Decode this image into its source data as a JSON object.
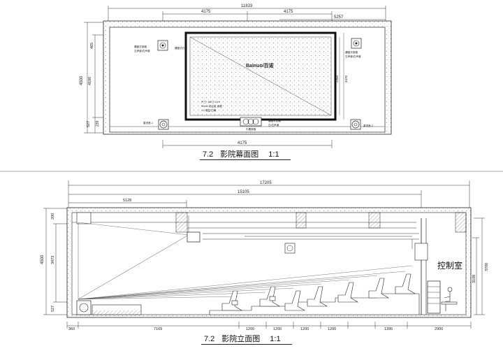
{
  "plan": {
    "title_no": "7.2",
    "title_text": "影院幕面图",
    "title_scale": "1:1",
    "dims_top": [
      "11833",
      "4175",
      "4175",
      "5257"
    ],
    "dims_left": [
      "4500",
      "465",
      "4100",
      "527",
      "239"
    ],
    "dim_right_inner": [
      "2350",
      "3470"
    ],
    "dim_bottom": "4175",
    "brand": "Bainuo/百诺",
    "screen_specs": [
      "尺寸: 180寸 16:9",
      "90mm 铝合金 画框",
      "1.0 增益 白幕"
    ],
    "labels": [
      "镶嵌式音箱",
      "左声道/右声道",
      "中置音箱",
      "重低音-1",
      "重低音-2",
      "镶嵌式音箱",
      "左声道/右声道"
    ]
  },
  "elevation": {
    "title_no": "7.2",
    "title_text": "影院立面图",
    "title_scale": "1:1",
    "dims_top": [
      "17205",
      "15105",
      "5128"
    ],
    "dims_left": [
      "4500",
      "3473",
      "200",
      "527"
    ],
    "dims_right": [
      "3700",
      "3198"
    ],
    "dims_bottom": [
      "360",
      "7169",
      "1200",
      "1200",
      "1200",
      "1200",
      "1395",
      "2900"
    ],
    "control_room": "控制室"
  }
}
